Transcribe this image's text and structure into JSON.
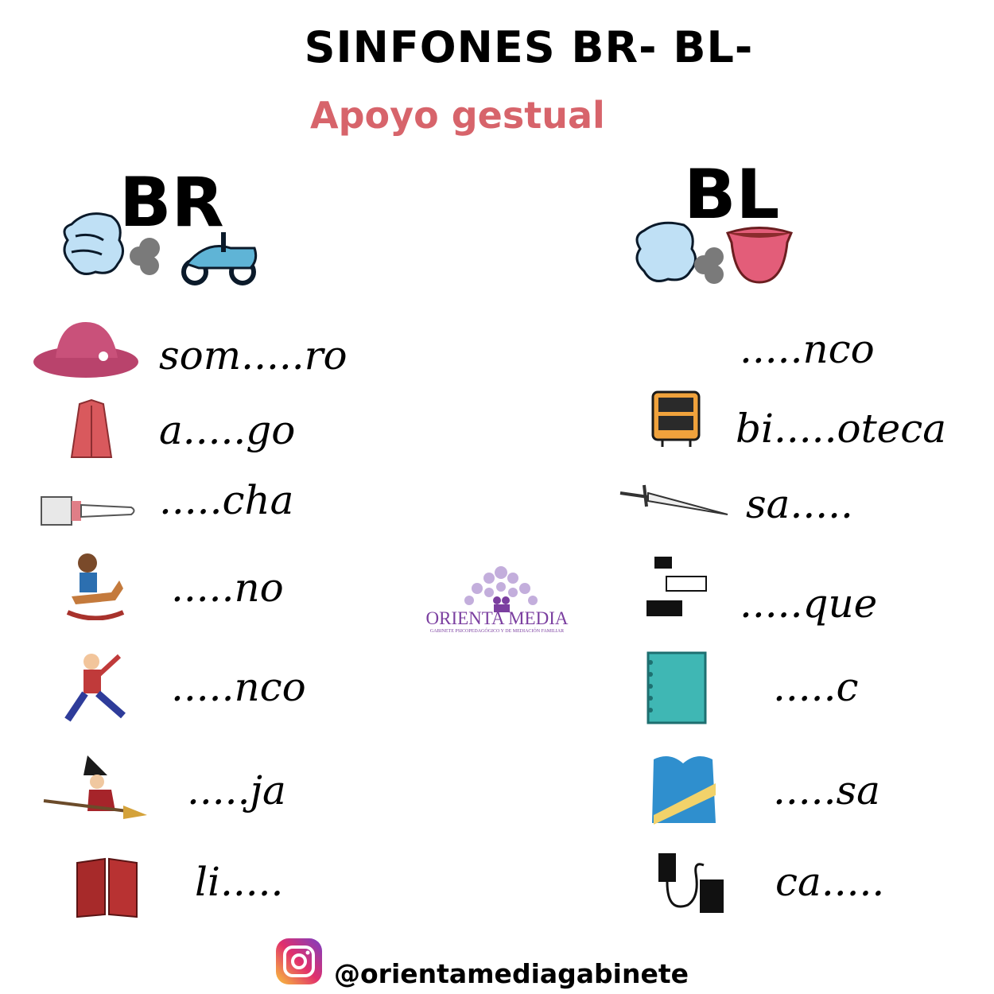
{
  "title": "SINFONES BR- BL-",
  "subtitle": "Apoyo gestual",
  "br": {
    "heading": "BR",
    "words": [
      "som.....ro",
      "a.....go",
      ".....cha",
      ".....no",
      ".....nco",
      ".....ja",
      "li....."
    ],
    "icons": [
      "hat-icon",
      "coat-icon",
      "paintbrush-icon",
      "rocking-horse-icon",
      "jumping-boy-icon",
      "witch-icon",
      "book-icon"
    ]
  },
  "bl": {
    "heading": "BL",
    "words": [
      ".....nco",
      "bi.....oteca",
      "sa.....",
      ".....que",
      ".....c",
      ".....sa",
      "ca....."
    ],
    "icons": [
      "bookcase-icon",
      "sword-icon",
      "blocks-icon",
      "notebook-icon",
      "blouse-icon",
      "cable-icon"
    ]
  },
  "logo": {
    "name": "ORIENTA MEDIA",
    "tagline": "GABINETE PSICOPEDAGÓGICO Y DE MEDIACIÓN FAMILIAR"
  },
  "footer": {
    "handle": "@orientamediagabinete",
    "icon": "instagram-icon"
  },
  "colors": {
    "subtitle": "#d7646b",
    "cloud": "#bfe0f5",
    "logo": "#7b3fa0"
  }
}
